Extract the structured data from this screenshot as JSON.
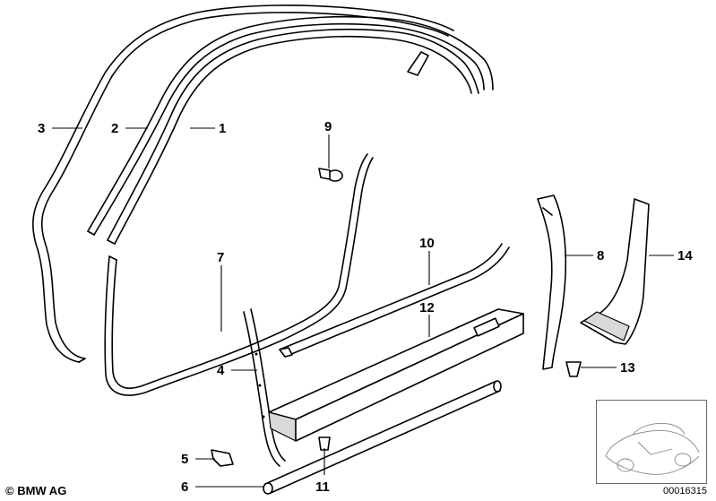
{
  "callouts": [
    {
      "id": "1",
      "label": "1"
    },
    {
      "id": "2",
      "label": "2"
    },
    {
      "id": "3",
      "label": "3"
    },
    {
      "id": "4",
      "label": "4"
    },
    {
      "id": "5",
      "label": "5"
    },
    {
      "id": "6",
      "label": "6"
    },
    {
      "id": "7",
      "label": "7"
    },
    {
      "id": "8",
      "label": "8"
    },
    {
      "id": "9",
      "label": "9"
    },
    {
      "id": "10",
      "label": "10"
    },
    {
      "id": "11",
      "label": "11"
    },
    {
      "id": "12",
      "label": "12"
    },
    {
      "id": "13",
      "label": "13"
    },
    {
      "id": "14",
      "label": "14"
    }
  ],
  "footer": {
    "copyright": "© BMW AG",
    "diagram_id": "00016315"
  }
}
